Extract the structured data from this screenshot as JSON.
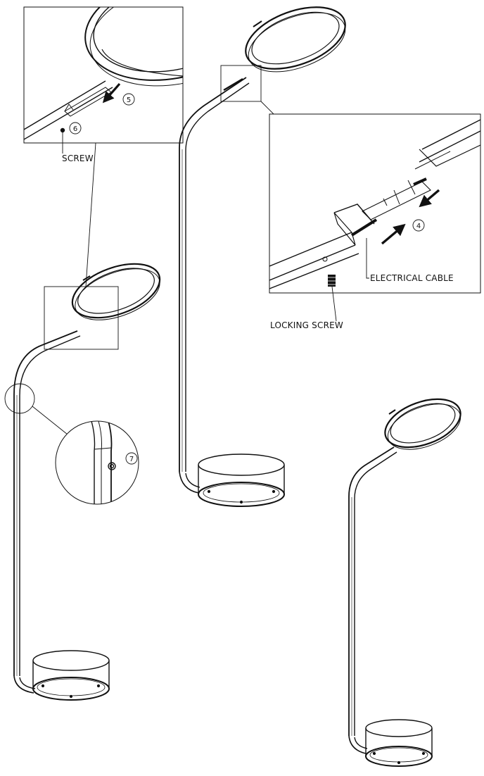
{
  "labels": {
    "screw": "SCREW",
    "electrical_cable": "ELECTRICAL CABLE",
    "locking_screw": "LOCKING SCREW"
  },
  "steps": {
    "step4": "4",
    "step5": "5",
    "step6": "6",
    "step7": "7"
  },
  "colors": {
    "line": "#111111",
    "background": "#ffffff"
  }
}
